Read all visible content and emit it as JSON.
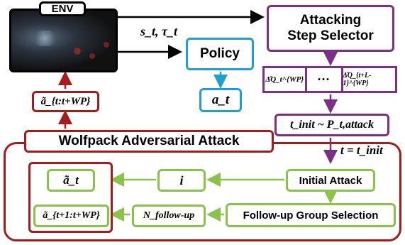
{
  "env": {
    "label": "ENV"
  },
  "state_label": "s_t, τ_t",
  "policy": {
    "label": "Policy",
    "action": "a_t"
  },
  "selector": {
    "title_line1": "Attacking",
    "title_line2": "Step Selector",
    "q_first": "Δ̂Q_t^{WP}",
    "q_dots": "···",
    "q_last": "Δ̂Q_{t+L-1}^{WP}"
  },
  "tinit_sample": "t_init ~ P_t,attack",
  "tinit_eq": "t = t_init",
  "adv_actions": "ã_{t:t+WP}",
  "wolfpack": {
    "title": "Wolfpack Adversarial Attack",
    "initial_attack": "Initial Attack",
    "followup_selection": "Follow-up Group Selection",
    "agent_i": "i",
    "n_followup": "N_follow-up",
    "a_tilde_t": "ã_t",
    "a_tilde_rest": "ã_{t+1:t+WP}"
  },
  "colors": {
    "green": "#8bc34a",
    "red": "#a61c1c",
    "purple": "#7b2f86",
    "blue": "#1fa0cf",
    "arrow_black": "#000000"
  }
}
